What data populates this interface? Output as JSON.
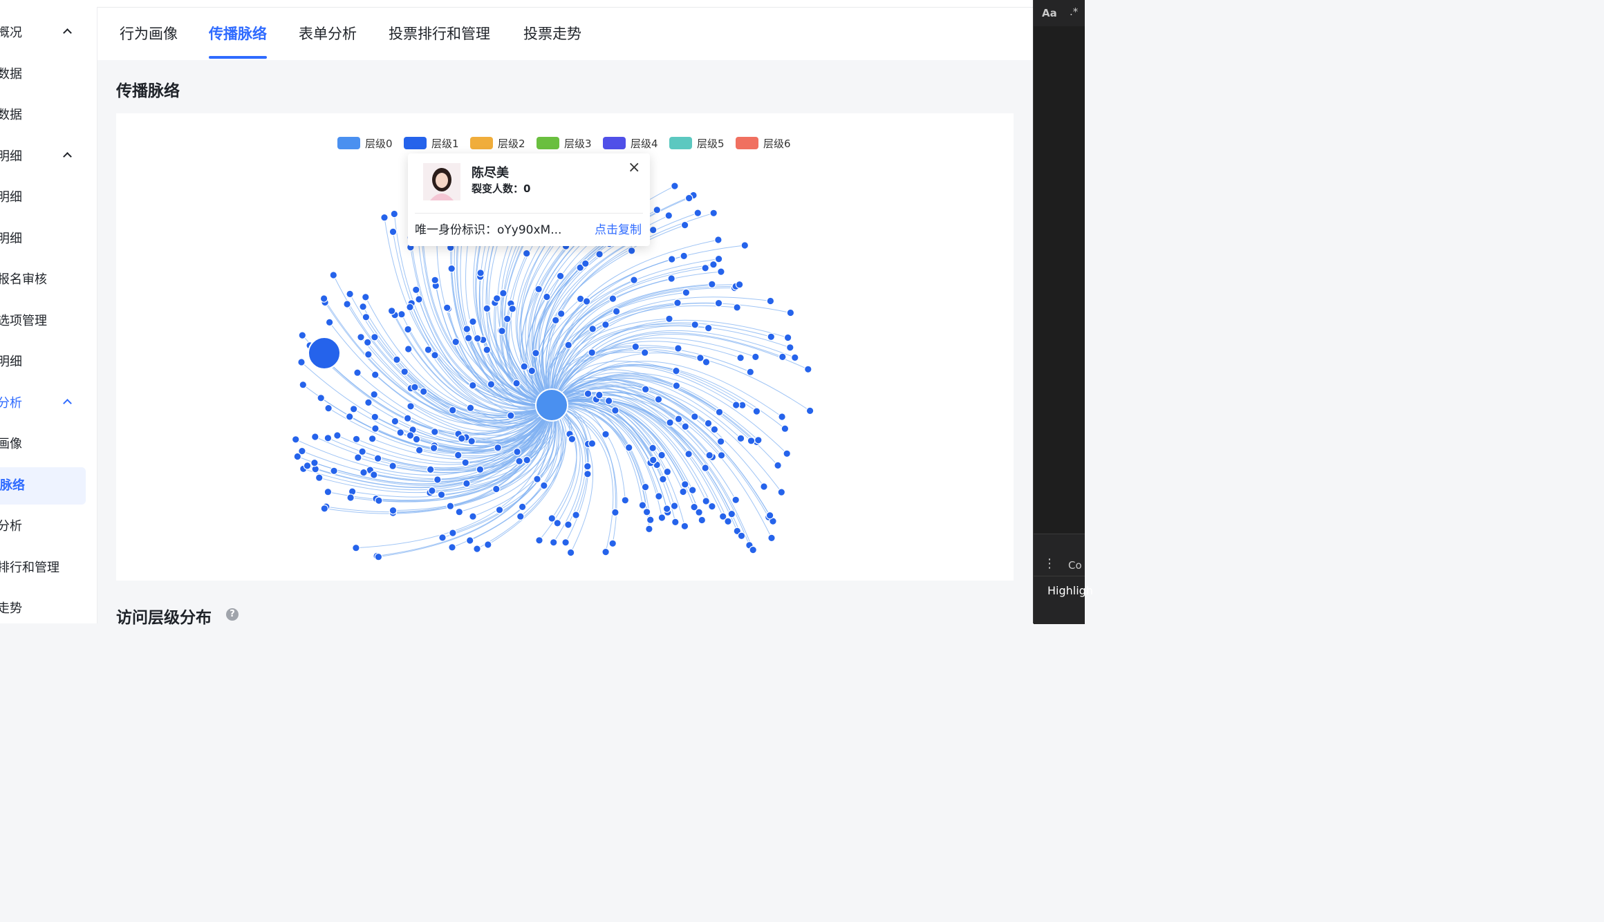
{
  "sidebar": {
    "items": [
      {
        "label": "概况",
        "type": "group"
      },
      {
        "label": "数据",
        "type": "item"
      },
      {
        "label": "数据",
        "type": "item"
      },
      {
        "label": "明细",
        "type": "group"
      },
      {
        "label": "明细",
        "type": "item"
      },
      {
        "label": "明细",
        "type": "item"
      },
      {
        "label": "报名审核",
        "type": "item"
      },
      {
        "label": "选项管理",
        "type": "item"
      },
      {
        "label": "明细",
        "type": "item"
      },
      {
        "label": "分析",
        "type": "group-active"
      },
      {
        "label": "画像",
        "type": "item"
      },
      {
        "label": "脉络",
        "type": "selected"
      },
      {
        "label": "分析",
        "type": "item"
      },
      {
        "label": "排行和管理",
        "type": "item"
      },
      {
        "label": "走势",
        "type": "item"
      }
    ]
  },
  "tabs": [
    {
      "label": "行为画像",
      "active": false
    },
    {
      "label": "传播脉络",
      "active": true
    },
    {
      "label": "表单分析",
      "active": false
    },
    {
      "label": "投票排行和管理",
      "active": false
    },
    {
      "label": "投票走势",
      "active": false
    }
  ],
  "section_title": "传播脉络",
  "legend": [
    {
      "label": "层级0",
      "color": "#4a90f0"
    },
    {
      "label": "层级1",
      "color": "#2563eb"
    },
    {
      "label": "层级2",
      "color": "#f0ad3b"
    },
    {
      "label": "层级3",
      "color": "#6abf3f"
    },
    {
      "label": "层级4",
      "color": "#5050e8"
    },
    {
      "label": "层级5",
      "color": "#5cc8c0"
    },
    {
      "label": "层级6",
      "color": "#f07060"
    }
  ],
  "popup": {
    "name": "陈尽美",
    "count_label": "裂变人数：",
    "count_value": "0",
    "id_label": "唯一身份标识：",
    "id_value": "oYy90xM...",
    "copy_label": "点击复制",
    "close_icon": "close-icon"
  },
  "section2_title": "访问层级分布",
  "help_icon": "?",
  "devtools": {
    "aa": "Aa",
    "regex": ".*",
    "co": "Co",
    "highlight": "Highligh"
  },
  "colors": {
    "accent": "#2f6bff",
    "node": "#2563eb",
    "center": "#4a90f0",
    "edge": "#7fb0f2"
  }
}
